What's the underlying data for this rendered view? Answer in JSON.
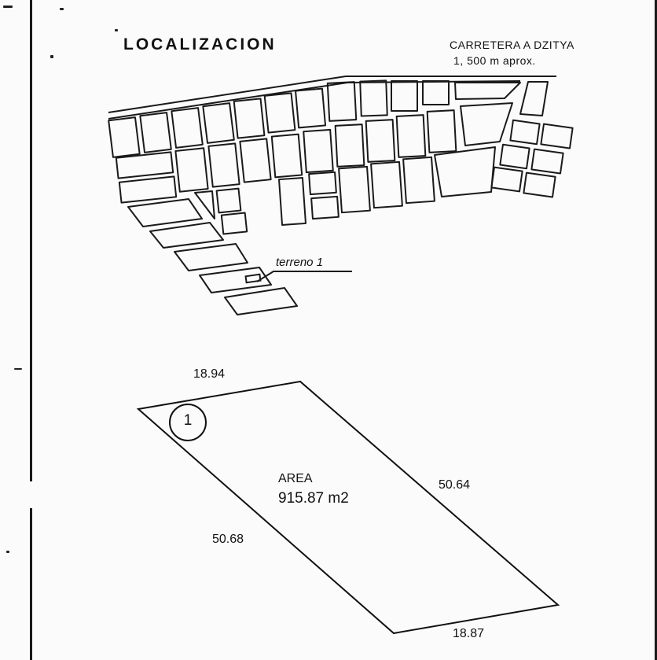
{
  "title": "LOCALIZACION",
  "road_label": {
    "line1": "CARRETERA   A DZITYA",
    "line2": "1, 500 m aprox."
  },
  "lot_label": "terreno 1",
  "lot_number": "1",
  "area": {
    "label": "AREA",
    "value": "915.87  m2"
  },
  "dimensions": {
    "top": "18.94",
    "right": "50.64",
    "left": "50.68",
    "bottom": "18.87"
  }
}
